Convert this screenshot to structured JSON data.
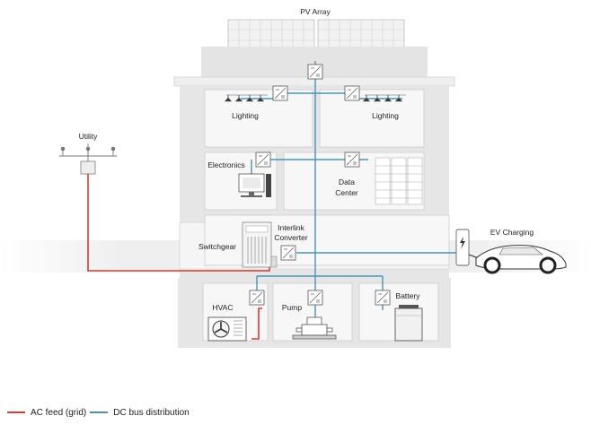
{
  "labels": {
    "pv_array": "PV Array",
    "utility": "Utility",
    "lighting_left": "Lighting",
    "lighting_right": "Lighting",
    "electronics": "Electronics",
    "data_center_line1": "Data",
    "data_center_line2": "Center",
    "switchgear": "Switchgear",
    "interlink_line1": "Interlink",
    "interlink_line2": "Converter",
    "ev_charging": "EV Charging",
    "hvac": "HVAC",
    "pump": "Pump",
    "battery": "Battery"
  },
  "legend": {
    "ac_label": "AC feed (grid)",
    "dc_label": "DC bus distribution"
  },
  "colors": {
    "ac_feed": "#d63a32",
    "dc_bus": "#4a93b5",
    "wall": "#e6e6e6",
    "room": "#f6f6f6",
    "outline": "#c9c9c9"
  }
}
